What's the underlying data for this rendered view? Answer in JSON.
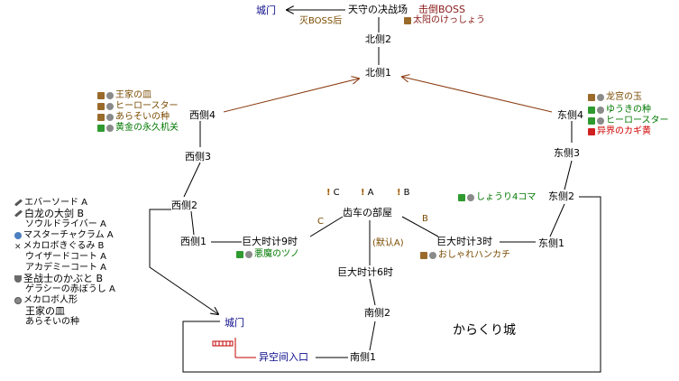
{
  "nodes": {
    "tenshu": "天守の决战场",
    "north2": "北侧2",
    "north1": "北侧1",
    "west4": "西侧4",
    "west3": "西侧3",
    "west2": "西侧2",
    "west1": "西侧1",
    "east4": "东侧4",
    "east3": "东侧3",
    "east2": "东侧2",
    "east1": "东侧1",
    "gear_room": "齿车の部屋",
    "clock9": "巨大时计9时",
    "clock3": "巨大时计3时",
    "clock6": "巨大时计6时",
    "south2": "南侧2",
    "south1": "南侧1",
    "gate_top": "城门",
    "gate_left": "城门",
    "other_world": "异空间入口"
  },
  "annotations": {
    "after_boss": "灭BOSS后",
    "kill_boss": "击倒BOSS",
    "sun": "太阳のけっしょう",
    "default_a": "(默认A)",
    "edge_c": "C",
    "edge_b": "B",
    "castle_name": "からくり城"
  },
  "branch_marks": [
    {
      "label": "C"
    },
    {
      "label": "A"
    },
    {
      "label": "B"
    }
  ],
  "west4_items": [
    {
      "text": "王家の皿",
      "color": "brown",
      "icon": "bag-b"
    },
    {
      "text": "ヒーロースター",
      "color": "brown",
      "icon": "bag-b"
    },
    {
      "text": "あらそいの种",
      "color": "brown",
      "icon": "bag-b"
    },
    {
      "text": "黄金の永久机关",
      "color": "green",
      "icon": "bag-g"
    }
  ],
  "east4_items": [
    {
      "text": "龙宫の玉",
      "color": "brown",
      "icon": "bag-b"
    },
    {
      "text": "ゆうきの种",
      "color": "green",
      "icon": "bag-g"
    },
    {
      "text": "ヒーロースター",
      "color": "green",
      "icon": "bag-g"
    },
    {
      "text": "异界のカギ黄",
      "color": "red",
      "icon": "bag-r"
    }
  ],
  "east2_item": "しょうり4コマ",
  "clock9_item": "悪魔のツノ",
  "clock3_item": "おしゃれハンカチ",
  "shop_list": [
    {
      "text": "エバーソード A",
      "icon": "sword"
    },
    {
      "text": "白龙の大剑 B",
      "icon": "sword"
    },
    {
      "text": "ソウルドライバー A",
      "icon": "none"
    },
    {
      "text": "マスターチャクラム A",
      "icon": "orb"
    },
    {
      "text": "メカロボきぐるみ B",
      "icon": "x"
    },
    {
      "text": "ウイザードコート A",
      "icon": "none"
    },
    {
      "text": "アカデミーコート A",
      "icon": "none"
    },
    {
      "text": "圣战士のかぶと B",
      "icon": "shield"
    },
    {
      "text": "ゲラシーの赤ぼうし A",
      "icon": "none"
    },
    {
      "text": "メカロボ人形",
      "icon": "gear"
    },
    {
      "text": "王家の皿",
      "icon": "none"
    },
    {
      "text": "あらそいの种",
      "icon": "none"
    }
  ]
}
